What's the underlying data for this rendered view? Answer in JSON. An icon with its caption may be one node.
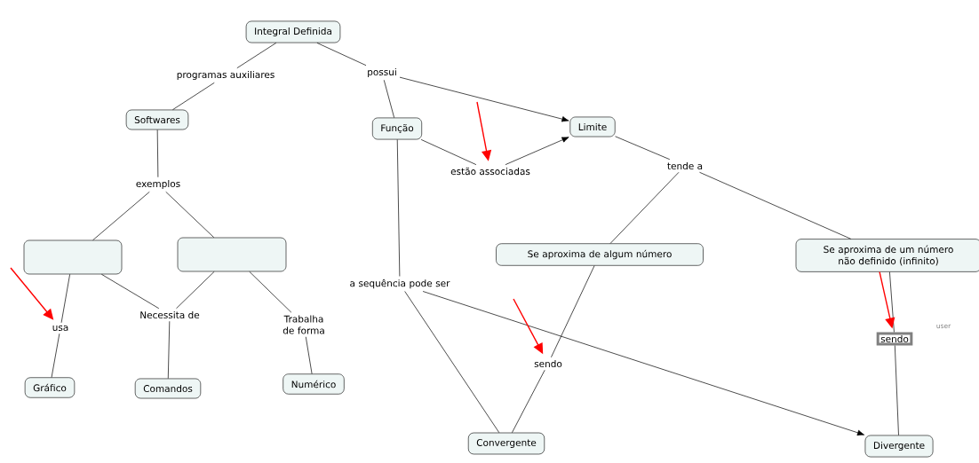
{
  "diagram": {
    "nodes": [
      {
        "text": [
          "Integral Definida"
        ]
      },
      {
        "text": [
          "programas auxiliares"
        ]
      },
      {
        "text": [
          "possui"
        ]
      },
      {
        "text": [
          "Softwares"
        ]
      },
      {
        "text": [
          "Função"
        ]
      },
      {
        "text": [
          "Limite"
        ]
      },
      {
        "text": [
          "estão associadas"
        ]
      },
      {
        "text": [
          "tende a"
        ]
      },
      {
        "text": [
          "exemplos"
        ]
      },
      {
        "text": [],
        "shape": "box"
      },
      {
        "text": [],
        "shape": "box"
      },
      {
        "text": [
          "Se aproxima de algum número"
        ]
      },
      {
        "text": [
          "Se aproxima de um número não definido (infinito)"
        ]
      },
      {
        "text": [
          "a sequência pode ser"
        ]
      },
      {
        "text": [
          "usa"
        ]
      },
      {
        "text": [
          "Necessita de"
        ]
      },
      {
        "text": [
          "Trabalha de forma"
        ]
      },
      {
        "text": [
          "sendo"
        ]
      },
      {
        "text": [
          "sendo"
        ]
      },
      {
        "text": [
          "Gráfico"
        ]
      },
      {
        "text": [
          "Comandos"
        ]
      },
      {
        "text": [
          "Numérico"
        ]
      },
      {
        "text": [
          "Convergente"
        ]
      },
      {
        "text": [
          "Divergente"
        ]
      }
    ],
    "edges": [
      {
        "from": 0,
        "to": 1,
        "arrow": "none"
      },
      {
        "from": 1,
        "to": 3,
        "arrow": "none"
      },
      {
        "from": 0,
        "to": 2,
        "arrow": "none"
      },
      {
        "from": 2,
        "to": 4,
        "arrow": "none"
      },
      {
        "from": 2,
        "to": 5,
        "arrow": "to"
      },
      {
        "from": 4,
        "to": 6,
        "arrow": "none"
      },
      {
        "from": 6,
        "to": 5,
        "arrow": "to"
      },
      {
        "from": 5,
        "to": 7,
        "arrow": "none"
      },
      {
        "from": 7,
        "to": 11,
        "arrow": "none"
      },
      {
        "from": 7,
        "to": 12,
        "arrow": "none"
      },
      {
        "from": 3,
        "to": 8,
        "arrow": "none"
      },
      {
        "from": 8,
        "to": 9,
        "arrow": "none"
      },
      {
        "from": 8,
        "to": 10,
        "arrow": "none"
      },
      {
        "from": 4,
        "to": 13,
        "arrow": "none"
      },
      {
        "from": 13,
        "to": 22,
        "arrow": "none"
      },
      {
        "from": 13,
        "to": 23,
        "arrow": "to"
      },
      {
        "from": 9,
        "to": 14,
        "arrow": "none"
      },
      {
        "from": 14,
        "to": 19,
        "arrow": "none"
      },
      {
        "from": 9,
        "to": 15,
        "arrow": "none"
      },
      {
        "from": 10,
        "to": 15,
        "arrow": "none"
      },
      {
        "from": 15,
        "to": 20,
        "arrow": "none"
      },
      {
        "from": 10,
        "to": 16,
        "arrow": "none"
      },
      {
        "from": 16,
        "to": 21,
        "arrow": "none"
      },
      {
        "from": 11,
        "to": 17,
        "arrow": "none"
      },
      {
        "from": 17,
        "to": 22,
        "arrow": "none"
      },
      {
        "from": 12,
        "to": 18,
        "arrow": "none"
      },
      {
        "from": 18,
        "to": 23,
        "arrow": "none"
      },
      {
        "from": null,
        "to": 14,
        "arrow": "to",
        "color": "#ff0000"
      },
      {
        "from": null,
        "to": 6,
        "arrow": "to",
        "color": "#ff0000"
      },
      {
        "from": null,
        "to": 17,
        "arrow": "to",
        "color": "#ff0000"
      },
      {
        "from": 12,
        "to": 18,
        "arrow": "to",
        "color": "#ff0000"
      }
    ],
    "labels": [
      "user"
    ]
  }
}
